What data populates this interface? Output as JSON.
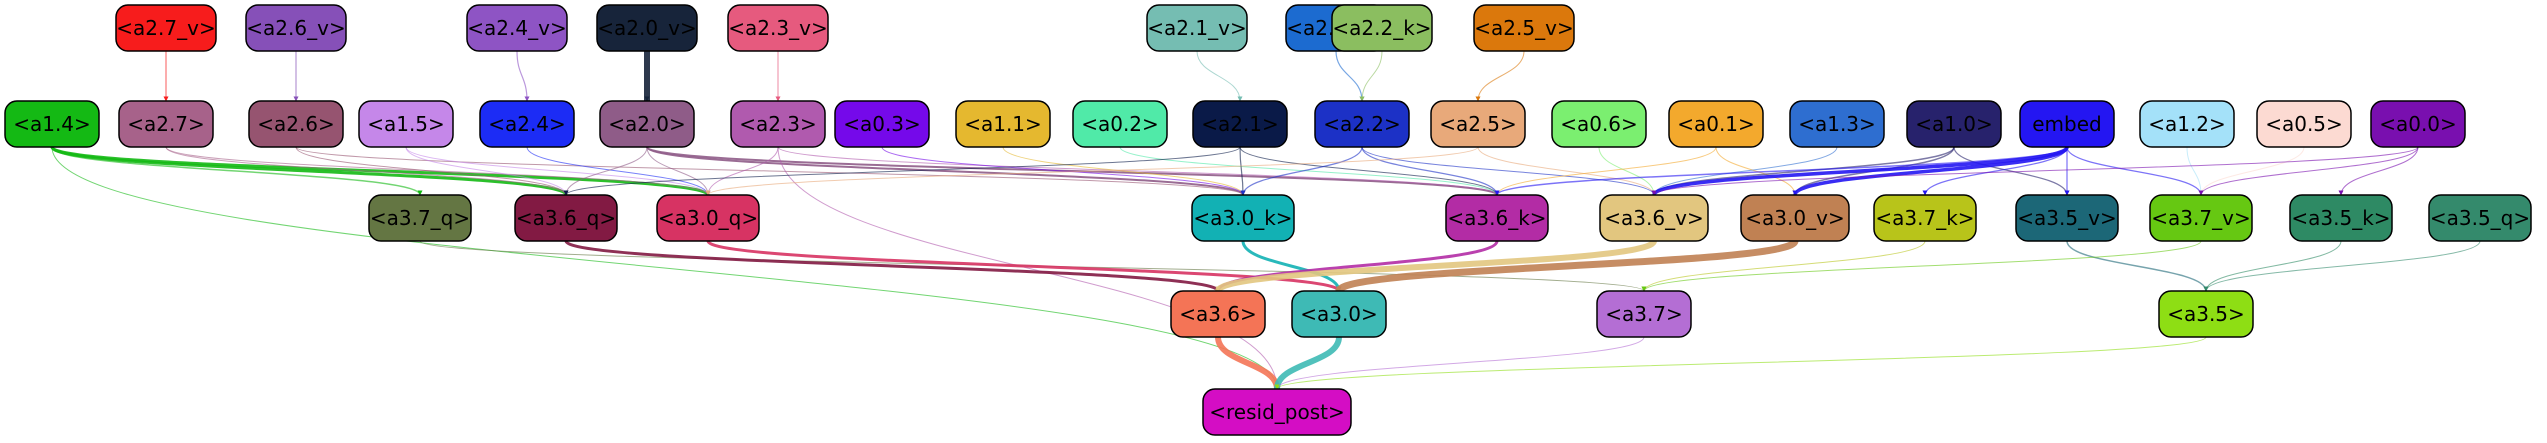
{
  "nodes": {
    "a27v": {
      "label": "<a2.7_v>",
      "fill": "#f71c1c",
      "text_color": "#000000"
    },
    "a26v": {
      "label": "<a2.6_v>",
      "fill": "#8650b8",
      "text_color": "#000000"
    },
    "a24v": {
      "label": "<a2.4_v>",
      "fill": "#8e54c4",
      "text_color": "#000000"
    },
    "a20v": {
      "label": "<a2.0_v>",
      "fill": "#17243a",
      "text_color": "#000000"
    },
    "a23v": {
      "label": "<a2.3_v>",
      "fill": "#e65a7e",
      "text_color": "#000000"
    },
    "a21v": {
      "label": "<a2.1_v>",
      "fill": "#75bdb2",
      "text_color": "#000000"
    },
    "a22v": {
      "label": "<a2.2_v>",
      "fill": "#1c6bd0",
      "text_color": "#000000"
    },
    "a22k": {
      "label": "<a2.2_k>",
      "fill": "#8bbe60",
      "text_color": "#000000"
    },
    "a25v": {
      "label": "<a2.5_v>",
      "fill": "#db780c",
      "text_color": "#000000"
    },
    "a14": {
      "label": "<a1.4>",
      "fill": "#14b914",
      "text_color": "#000000"
    },
    "a27": {
      "label": "<a2.7>",
      "fill": "#a7628a",
      "text_color": "#000000"
    },
    "a26": {
      "label": "<a2.6>",
      "fill": "#965470",
      "text_color": "#000000"
    },
    "a15": {
      "label": "<a1.5>",
      "fill": "#c587e9",
      "text_color": "#000000"
    },
    "a24": {
      "label": "<a2.4>",
      "fill": "#1c2cf5",
      "text_color": "#000000"
    },
    "a20": {
      "label": "<a2.0>",
      "fill": "#8f5c88",
      "text_color": "#000000"
    },
    "a23": {
      "label": "<a2.3>",
      "fill": "#b05aae",
      "text_color": "#000000"
    },
    "a03": {
      "label": "<a0.3>",
      "fill": "#7509ea",
      "text_color": "#000000"
    },
    "a11": {
      "label": "<a1.1>",
      "fill": "#e5b82f",
      "text_color": "#000000"
    },
    "a02": {
      "label": "<a0.2>",
      "fill": "#50eaa8",
      "text_color": "#000000"
    },
    "a21": {
      "label": "<a2.1>",
      "fill": "#0a1a48",
      "text_color": "#000000"
    },
    "a22": {
      "label": "<a2.2>",
      "fill": "#1c31c6",
      "text_color": "#000000"
    },
    "a25": {
      "label": "<a2.5>",
      "fill": "#e8a97a",
      "text_color": "#000000"
    },
    "a06": {
      "label": "<a0.6>",
      "fill": "#7bef70",
      "text_color": "#000000"
    },
    "a01": {
      "label": "<a0.1>",
      "fill": "#f3a92d",
      "text_color": "#000000"
    },
    "a13": {
      "label": "<a1.3>",
      "fill": "#2e6ed0",
      "text_color": "#000000"
    },
    "a10": {
      "label": "<a1.0>",
      "fill": "#27226c",
      "text_color": "#000000"
    },
    "embed": {
      "label": "embed",
      "fill": "#2416f2",
      "text_color": "#000000"
    },
    "a12": {
      "label": "<a1.2>",
      "fill": "#a4e1f9",
      "text_color": "#000000"
    },
    "a05": {
      "label": "<a0.5>",
      "fill": "#fcdad2",
      "text_color": "#000000"
    },
    "a00": {
      "label": "<a0.0>",
      "fill": "#790faf",
      "text_color": "#000000"
    },
    "a37q": {
      "label": "<a3.7_q>",
      "fill": "#647643",
      "text_color": "#000000"
    },
    "a36q": {
      "label": "<a3.6_q>",
      "fill": "#821a43",
      "text_color": "#000000"
    },
    "a30q": {
      "label": "<a3.0_q>",
      "fill": "#d73363",
      "text_color": "#000000"
    },
    "a30k": {
      "label": "<a3.0_k>",
      "fill": "#12b1b4",
      "text_color": "#000000"
    },
    "a36k": {
      "label": "<a3.6_k>",
      "fill": "#b32ca5",
      "text_color": "#000000"
    },
    "a36v": {
      "label": "<a3.6_v>",
      "fill": "#e2c67f",
      "text_color": "#000000"
    },
    "a30v": {
      "label": "<a3.0_v>",
      "fill": "#c08153",
      "text_color": "#000000"
    },
    "a37k": {
      "label": "<a3.7_k>",
      "fill": "#b8c41a",
      "text_color": "#000000"
    },
    "a35v": {
      "label": "<a3.5_v>",
      "fill": "#1c6777",
      "text_color": "#000000"
    },
    "a37v": {
      "label": "<a3.7_v>",
      "fill": "#66c812",
      "text_color": "#000000"
    },
    "a35k": {
      "label": "<a3.5_k>",
      "fill": "#2e8a64",
      "text_color": "#000000"
    },
    "a35q": {
      "label": "<a3.5_q>",
      "fill": "#348a6c",
      "text_color": "#000000"
    },
    "a36": {
      "label": "<a3.6>",
      "fill": "#f47456",
      "text_color": "#000000"
    },
    "a30": {
      "label": "<a3.0>",
      "fill": "#3ebab5",
      "text_color": "#000000"
    },
    "a37": {
      "label": "<a3.7>",
      "fill": "#b46ed4",
      "text_color": "#000000"
    },
    "a35": {
      "label": "<a3.5>",
      "fill": "#8ede14",
      "text_color": "#000000"
    },
    "resid": {
      "label": "<resid_post>",
      "fill": "#d40dc4",
      "text_color": "#000000"
    }
  },
  "edges": [
    {
      "from": "a27v",
      "to": "a27",
      "color": "#f71c1c",
      "weight": 1.2
    },
    {
      "from": "a26v",
      "to": "a26",
      "color": "#8650b8",
      "weight": 1.2
    },
    {
      "from": "a24v",
      "to": "a24",
      "color": "#8e54c4",
      "weight": 1.2
    },
    {
      "from": "a20v",
      "to": "a20",
      "color": "#17243a",
      "weight": 6
    },
    {
      "from": "a23v",
      "to": "a23",
      "color": "#e65a7e",
      "weight": 1.2
    },
    {
      "from": "a21v",
      "to": "a21",
      "color": "#75bdb2",
      "weight": 1
    },
    {
      "from": "a22v",
      "to": "a22",
      "color": "#1c6bd0",
      "weight": 1.2
    },
    {
      "from": "a22k",
      "to": "a22",
      "color": "#8bbe60",
      "weight": 1
    },
    {
      "from": "a25v",
      "to": "a25",
      "color": "#db780c",
      "weight": 1
    },
    {
      "from": "a14",
      "to": "a37q",
      "color": "#14b914",
      "weight": 1.5
    },
    {
      "from": "a14",
      "to": "a36q",
      "color": "#14b914",
      "weight": 3
    },
    {
      "from": "a14",
      "to": "a30q",
      "color": "#14b914",
      "weight": 3
    },
    {
      "from": "a14",
      "to": "resid",
      "color": "#14b914",
      "weight": 1
    },
    {
      "from": "a27",
      "to": "a36q",
      "color": "#a7628a",
      "weight": 1
    },
    {
      "from": "a27",
      "to": "a30q",
      "color": "#a7628a",
      "weight": 1
    },
    {
      "from": "a26",
      "to": "a36q",
      "color": "#965470",
      "weight": 1
    },
    {
      "from": "a26",
      "to": "a30k",
      "color": "#965470",
      "weight": 1
    },
    {
      "from": "a15",
      "to": "a36q",
      "color": "#c587e9",
      "weight": 1
    },
    {
      "from": "a15",
      "to": "a30q",
      "color": "#c587e9",
      "weight": 1
    },
    {
      "from": "a24",
      "to": "a30q",
      "color": "#1c2cf5",
      "weight": 1
    },
    {
      "from": "a20",
      "to": "a36q",
      "color": "#8f5c88",
      "weight": 1
    },
    {
      "from": "a20",
      "to": "a30q",
      "color": "#8f5c88",
      "weight": 1
    },
    {
      "from": "a20",
      "to": "a30k",
      "color": "#8f5c88",
      "weight": 2
    },
    {
      "from": "a20",
      "to": "a36k",
      "color": "#8f5c88",
      "weight": 2
    },
    {
      "from": "a23",
      "to": "a30q",
      "color": "#b05aae",
      "weight": 1
    },
    {
      "from": "a23",
      "to": "a36k",
      "color": "#b05aae",
      "weight": 1
    },
    {
      "from": "a23",
      "to": "resid",
      "color": "#b05aae",
      "weight": 0.8
    },
    {
      "from": "a03",
      "to": "a30k",
      "color": "#7509ea",
      "weight": 1
    },
    {
      "from": "a11",
      "to": "a30k",
      "color": "#e5b82f",
      "weight": 1
    },
    {
      "from": "a02",
      "to": "a36k",
      "color": "#50eaa8",
      "weight": 1
    },
    {
      "from": "a21",
      "to": "a30k",
      "color": "#0a1a48",
      "weight": 1.2
    },
    {
      "from": "a21",
      "to": "a36q",
      "color": "#0a1a48",
      "weight": 1
    },
    {
      "from": "a21",
      "to": "a36k",
      "color": "#0a1a48",
      "weight": 1
    },
    {
      "from": "a22",
      "to": "a30k",
      "color": "#1c31c6",
      "weight": 1.2
    },
    {
      "from": "a22",
      "to": "a36k",
      "color": "#1c31c6",
      "weight": 1.2
    },
    {
      "from": "a22",
      "to": "a36v",
      "color": "#1c31c6",
      "weight": 1
    },
    {
      "from": "a25",
      "to": "a36v",
      "color": "#e8a97a",
      "weight": 1
    },
    {
      "from": "a25",
      "to": "a30q",
      "color": "#e8a97a",
      "weight": 1
    },
    {
      "from": "a06",
      "to": "a36v",
      "color": "#7bef70",
      "weight": 1
    },
    {
      "from": "a01",
      "to": "a36k",
      "color": "#f3a92d",
      "weight": 1
    },
    {
      "from": "a01",
      "to": "a30v",
      "color": "#f3a92d",
      "weight": 1
    },
    {
      "from": "a13",
      "to": "a36v",
      "color": "#2e6ed0",
      "weight": 1
    },
    {
      "from": "a10",
      "to": "a36v",
      "color": "#27226c",
      "weight": 1.5
    },
    {
      "from": "a10",
      "to": "a30v",
      "color": "#27226c",
      "weight": 1.5
    },
    {
      "from": "a10",
      "to": "a35v",
      "color": "#27226c",
      "weight": 1.2
    },
    {
      "from": "embed",
      "to": "a36v",
      "color": "#2416f2",
      "weight": 3.5
    },
    {
      "from": "embed",
      "to": "a30v",
      "color": "#2416f2",
      "weight": 3.5
    },
    {
      "from": "embed",
      "to": "a37k",
      "color": "#2416f2",
      "weight": 1.2
    },
    {
      "from": "embed",
      "to": "a35v",
      "color": "#2416f2",
      "weight": 1.2
    },
    {
      "from": "embed",
      "to": "a37v",
      "color": "#2416f2",
      "weight": 1.2
    },
    {
      "from": "embed",
      "to": "a36k",
      "color": "#2416f2",
      "weight": 1.5
    },
    {
      "from": "a12",
      "to": "a37v",
      "color": "#a4e1f9",
      "weight": 1
    },
    {
      "from": "a05",
      "to": "a37v",
      "color": "#fcdad2",
      "weight": 1
    },
    {
      "from": "a00",
      "to": "a35k",
      "color": "#790faf",
      "weight": 1
    },
    {
      "from": "a00",
      "to": "a37v",
      "color": "#790faf",
      "weight": 1
    },
    {
      "from": "a00",
      "to": "a36v",
      "color": "#790faf",
      "weight": 1
    },
    {
      "from": "a37q",
      "to": "a37",
      "color": "#647643",
      "weight": 0.8
    },
    {
      "from": "a36q",
      "to": "a36",
      "color": "#821a43",
      "weight": 3
    },
    {
      "from": "a30q",
      "to": "a30",
      "color": "#d73363",
      "weight": 3
    },
    {
      "from": "a30k",
      "to": "a30",
      "color": "#12b1b4",
      "weight": 3
    },
    {
      "from": "a36k",
      "to": "a36",
      "color": "#b32ca5",
      "weight": 3
    },
    {
      "from": "a36v",
      "to": "a36",
      "color": "#e2c67f",
      "weight": 6
    },
    {
      "from": "a30v",
      "to": "a30",
      "color": "#c08153",
      "weight": 7
    },
    {
      "from": "a37k",
      "to": "a37",
      "color": "#b8c41a",
      "weight": 1
    },
    {
      "from": "a35v",
      "to": "a35",
      "color": "#1c6777",
      "weight": 1.5
    },
    {
      "from": "a37v",
      "to": "a37",
      "color": "#66c812",
      "weight": 1
    },
    {
      "from": "a35k",
      "to": "a35",
      "color": "#2e8a64",
      "weight": 1
    },
    {
      "from": "a35q",
      "to": "a35",
      "color": "#348a6c",
      "weight": 1
    },
    {
      "from": "a36",
      "to": "resid",
      "color": "#f47456",
      "weight": 6
    },
    {
      "from": "a30",
      "to": "resid",
      "color": "#3ebab5",
      "weight": 6
    },
    {
      "from": "a37",
      "to": "resid",
      "color": "#b46ed4",
      "weight": 1
    },
    {
      "from": "a35",
      "to": "resid",
      "color": "#8ede14",
      "weight": 1
    }
  ]
}
